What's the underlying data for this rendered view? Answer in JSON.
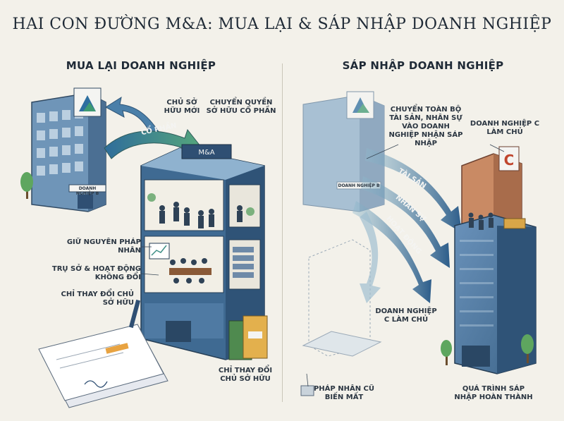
{
  "title": "HAI CON ĐƯỜNG M&A: MUA LẠI & SÁP NHẬP DOANH NGHIỆP",
  "left": {
    "heading": "MUA LẠI DOANH NGHIỆP",
    "labels": {
      "new_owner": "CHỦ SỞ HỮU MỚI",
      "transfer": "CHUYỂN QUYỀN SỞ HỮU CỔ PHẦN",
      "keep_entity": "GIỮ NGUYÊN PHÁP NHÂN",
      "hq_unchanged": "TRỤ SỞ & HOẠT ĐỘNG KHÔNG ĐỔI",
      "only_owner_1": "CHỈ THAY ĐỔI CHỦ SỞ HỮU",
      "only_owner_2": "CHỈ THAY ĐỔI CHỦ SỞ HỮU"
    },
    "arrow_text": "CỔ PHẦN",
    "building_a_sign": "DOANH NGHIỆP B",
    "building_b_sign": "M&A"
  },
  "right": {
    "heading": "SÁP NHẬP DOANH NGHIỆP",
    "labels": {
      "transfer_all": "CHUYỂN TOÀN BỘ TÀI SẢN, NHÂN SỰ VÀO DOANH NGHIỆP NHẬN SÁP NHẬP",
      "c_owner_top": "DOANH NGHIỆP C LÀM CHỦ",
      "c_owner_mid": "DOANH NGHIỆP C LÀM CHỦ",
      "old_entity": "PHÁP NHÂN CŨ BIẾN MẤT",
      "done": "QUÁ TRÌNH SÁP NHẬP HOÀN THÀNH"
    },
    "arrow_assets": "TÀI SẢN",
    "arrow_staff": "NHÂN SỰ",
    "arrow_ops": "HOẠT ĐỘNG",
    "building_c_letter": "C",
    "building_old_sign": "DOANH NGHIỆP B"
  },
  "colors": {
    "navy": "#2f4f73",
    "steel": "#5f86ad",
    "teal": "#3e8f86",
    "green": "#4f9a58",
    "sand": "#d8b28a"
  }
}
